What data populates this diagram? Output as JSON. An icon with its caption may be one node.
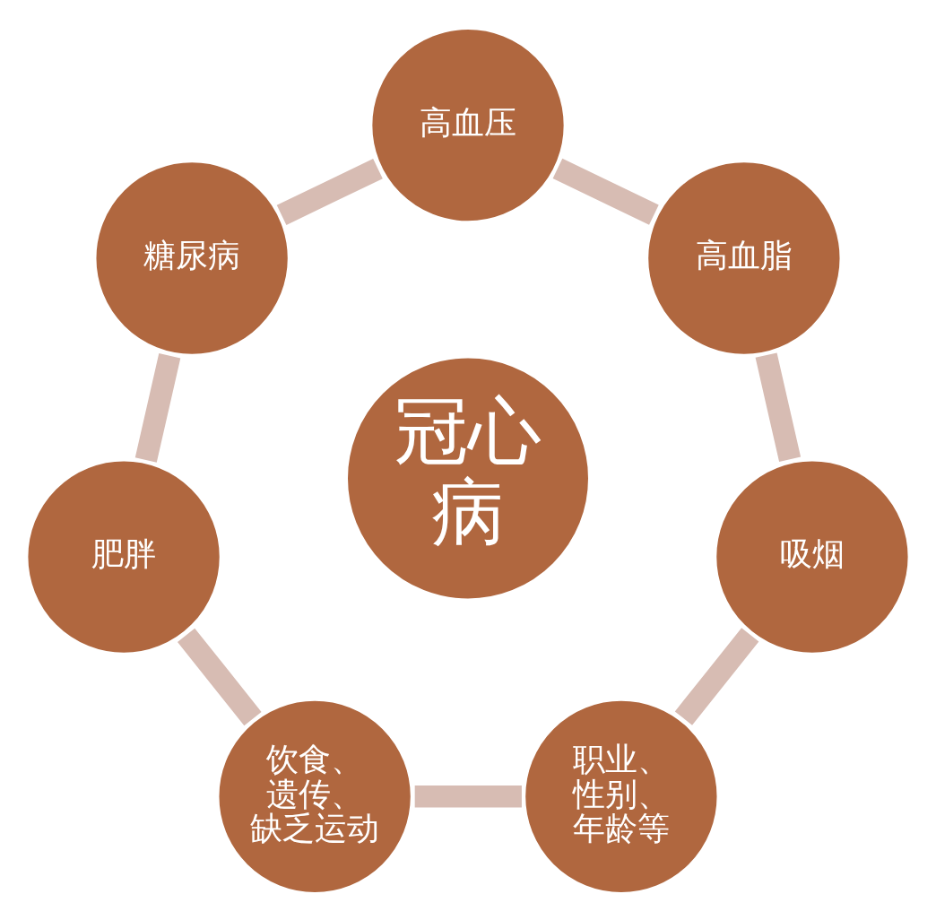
{
  "diagram": {
    "nodes": [
      {
        "text": [
          "冠心病"
        ]
      },
      {
        "text": [
          "高血压"
        ]
      },
      {
        "text": [
          "高血脂"
        ]
      },
      {
        "text": [
          "吸烟"
        ]
      },
      {
        "text": [
          "职业、性别、年龄等"
        ]
      },
      {
        "text": [
          "饮食、遗传、缺乏运动"
        ]
      },
      {
        "text": [
          "肥胖"
        ]
      },
      {
        "text": [
          "糖尿病"
        ]
      }
    ],
    "edges": [
      {
        "from": 1,
        "to": 2,
        "arrow": "none"
      },
      {
        "from": 2,
        "to": 3,
        "arrow": "none"
      },
      {
        "from": 3,
        "to": 4,
        "arrow": "none"
      },
      {
        "from": 4,
        "to": 5,
        "arrow": "none"
      },
      {
        "from": 5,
        "to": 6,
        "arrow": "none"
      },
      {
        "from": 6,
        "to": 7,
        "arrow": "none"
      },
      {
        "from": 7,
        "to": 1,
        "arrow": "none"
      }
    ]
  }
}
